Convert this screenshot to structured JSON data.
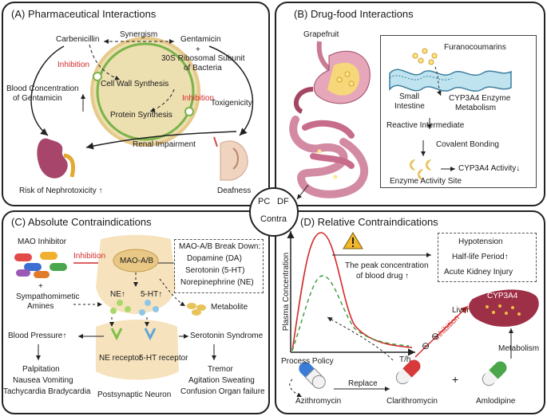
{
  "panelA": {
    "title": "(A)  Pharmaceutical Interactions",
    "carbenicillin": "Carbenicillin",
    "synergism": "Synergism",
    "gentamicin": "Gentamicin",
    "plus": "+",
    "ribosome_line1": "30S Ribosomal Subunit",
    "ribosome_line2": "of Bacteria",
    "inhibition_left": "Inhibition",
    "inhibition_right": "Inhibition",
    "cell_wall": "Cell Wall Synthesis",
    "protein": "Protein Synthesis",
    "blood_conc_1": "Blood Concentration",
    "blood_conc_2": "of Gentamicin",
    "toxigenicity": "Toxigenicity",
    "renal": "Renal Impairment",
    "risk": "Risk of Nephrotoxicity",
    "risk_arrow": "↑",
    "deafness": "Deafness"
  },
  "panelB": {
    "title": "(B)  Drug-food Interactions",
    "grapefruit": "Grapefruit",
    "furanocoumarins": "Furanocoumarins",
    "small_intestine_1": "Small",
    "small_intestine_2": "Intestine",
    "cyp_metab_1": "CYP3A4 Enzyme",
    "cyp_metab_2": "Metabolism",
    "reactive": "Reactive Intermediate",
    "covalent": "Covalent Bonding",
    "cyp_activity": "CYP3A4 Activity",
    "cyp_activity_arrow": "↓",
    "enzyme_site": "Enzyme Activity Site"
  },
  "center": {
    "pc": "PC",
    "df": "DF",
    "contra": "Contra"
  },
  "panelC": {
    "title": "(C)  Absolute Contraindications",
    "mao_inhibitor": "MAO Inhibitor",
    "inhibition": "Inhibition",
    "mao_ab": "MAO-A/B",
    "breakdown_title": "MAO-A/B Break Down:",
    "breakdown_items": [
      "Dopamine (DA)",
      "Serotonin (5-HT)",
      "Norepinephrine (NE)"
    ],
    "plus": "+",
    "sympatho_1": "Sympathomimetic",
    "sympatho_2": "Amines",
    "ne_up": "NE↑",
    "ht_up": "5-HT↑",
    "metabolite": "Metabolite",
    "blood_pressure": "Blood Pressure↑",
    "ne_receptor": "NE receptor",
    "ht_receptor": "5-HT receptor",
    "serotonin_syndrome": "Serotonin Syndrome",
    "symptoms_left": [
      "Palpitation",
      "Nausea Vomiting",
      "Tachycardia Bradycardia"
    ],
    "symptoms_right": [
      "Tremor",
      "Agitation Sweating",
      "Confusion Organ failure"
    ],
    "postsynaptic": "Postsynaptic Neuron"
  },
  "panelD": {
    "title": "(D)  Relative Contraindications",
    "ylabel": "Plasma Concentration",
    "xlabel": "T/h",
    "peak_1": "The peak concentration",
    "peak_2": "of blood drug",
    "peak_arrow": "↑",
    "effects": [
      "Hypotension",
      "Half-life Period↑",
      "Acute Kidney Injury"
    ],
    "liver": "Liver",
    "cyp": "CYP3A4",
    "metabolism": "Metabolism",
    "inhibition": "Inhibition",
    "process_policy": "Process Policy",
    "azithromycin": "Azithromycin",
    "replace": "Replace",
    "clarithromycin": "Clarithromycin",
    "plus": "+",
    "amlodipine": "Amlodipine",
    "minus": "⊖"
  }
}
